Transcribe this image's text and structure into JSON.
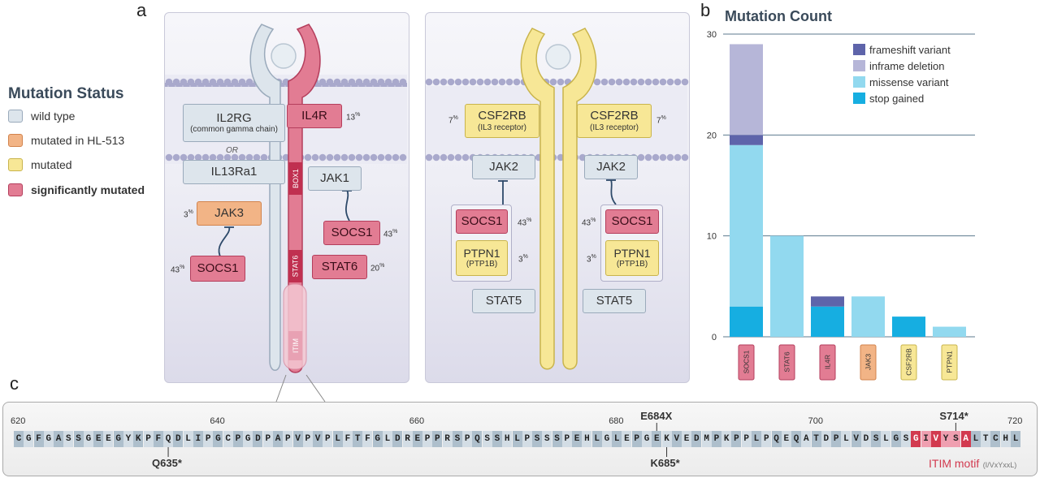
{
  "panels": {
    "a": "a",
    "b": "b",
    "c": "c"
  },
  "legend": {
    "title": "Mutation Status",
    "items": [
      {
        "label": "wild type",
        "color": "#dde5ec"
      },
      {
        "label": "mutated in HL-513",
        "color": "#f2b486"
      },
      {
        "label": "mutated",
        "color": "#f7e796"
      },
      {
        "label": "significantly mutated",
        "color": "#e27c93"
      }
    ]
  },
  "receptor1": {
    "il2rg": "IL2RG",
    "il2rg_sub": "(common gamma chain)",
    "or": "OR",
    "il13ra1": "IL13Ra1",
    "il4r": "IL4R",
    "il4r_pct": "13",
    "jak3": "JAK3",
    "jak3_pct": "3",
    "socs1_left": "SOCS1",
    "socs1_left_pct": "43",
    "jak1": "JAK1",
    "socs1_right": "SOCS1",
    "socs1_right_pct": "43",
    "stat6": "STAT6",
    "stat6_pct": "20",
    "box1": "BOX1",
    "stat6_label": "STAT6",
    "itim": "ITIM",
    "pct_unit": "%"
  },
  "receptor2": {
    "csf2rb": "CSF2RB",
    "csf2rb_sub": "(IL3 receptor)",
    "csf2rb_pct": "7",
    "jak2": "JAK2",
    "socs1": "SOCS1",
    "socs1_pct": "43",
    "ptpn1": "PTPN1",
    "ptpn1_sub": "(PTP1B)",
    "ptpn1_pct": "3",
    "stat5": "STAT5"
  },
  "chart_data": {
    "type": "bar",
    "title": "Mutation Count",
    "categories": [
      "SOCS1",
      "STAT6",
      "IL4R",
      "JAK3",
      "CSF2RB",
      "PTPN1"
    ],
    "category_colors": [
      "#e27c93",
      "#e27c93",
      "#e27c93",
      "#f2b486",
      "#f7e796",
      "#f7e796"
    ],
    "series": [
      {
        "name": "stop gained",
        "color": "#16aee1",
        "values": [
          3,
          0,
          3,
          0,
          2,
          0
        ]
      },
      {
        "name": "missense variant",
        "color": "#92d9ef",
        "values": [
          16,
          10,
          0,
          4,
          0,
          1
        ]
      },
      {
        "name": "frameshift variant",
        "color": "#5e64aa",
        "values": [
          1,
          0,
          1,
          0,
          0,
          0
        ]
      },
      {
        "name": "inframe deletion",
        "color": "#b6b6d8",
        "values": [
          9,
          0,
          0,
          0,
          0,
          0
        ]
      }
    ],
    "legend_order": [
      "frameshift variant",
      "inframe deletion",
      "missense variant",
      "stop gained"
    ],
    "legend_position": "top-right",
    "yticks": [
      0,
      10,
      20,
      30
    ],
    "ylim": [
      0,
      30
    ],
    "grid": true
  },
  "sequence": {
    "start": 620,
    "residues": "CGFGASSGEEGYKPFQDLIPGCPGDPAPVPVPLFTFGLDREPPRSPQSSHLPSSSPEHLGLEPGEKVEDMPKPPLPQEQATDPLVDSLGSGIVYSALTCHL",
    "ticks": [
      "620",
      "640",
      "660",
      "680",
      "700",
      "720"
    ],
    "mutations_above": [
      {
        "label": "E684X",
        "position": 684
      },
      {
        "label": "S714*",
        "position": 714
      }
    ],
    "mutations_below": [
      {
        "label": "Q635*",
        "position": 635
      },
      {
        "label": "K685*",
        "position": 685
      }
    ],
    "itim_label": "ITIM motif",
    "itim_sub": "(I/VxYxxL)",
    "itim_positions": [
      710,
      711,
      712,
      713,
      714,
      715
    ],
    "itim_strong": [
      710,
      712,
      715
    ]
  }
}
